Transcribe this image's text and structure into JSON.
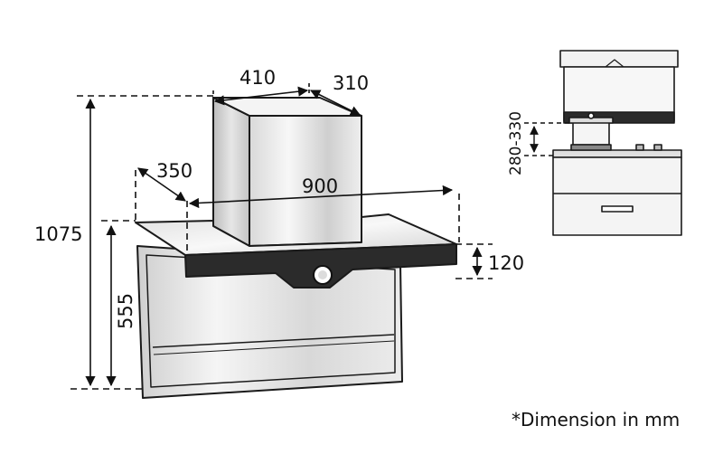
{
  "dimensions": {
    "chimney_width": "410",
    "chimney_depth": "310",
    "canopy_depth": "350",
    "canopy_width": "900",
    "total_height": "1075",
    "body_height": "555",
    "canopy_thickness": "120",
    "installation_height": "280-330"
  },
  "note": "*Dimension in mm",
  "colors": {
    "line": "#1a1a1a",
    "steel_light": "#f2f2f2",
    "steel_mid": "#c9c9c9",
    "glass_dark": "#2b2b2b"
  }
}
